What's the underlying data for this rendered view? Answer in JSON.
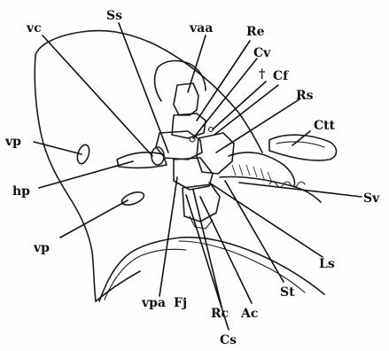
{
  "figure": {
    "labels": {
      "vc": "vc",
      "Ss": "Ss",
      "vaa": "vaa",
      "Re": "Re",
      "Cv": "Cv",
      "dagger": "†",
      "Cf": "Cf",
      "Rs": "Rs",
      "Ctt": "Ctt",
      "vp_upper": "vp",
      "hp": "hp",
      "Sv": "Sv",
      "vp_lower": "vp",
      "Ls": "Ls",
      "St": "St",
      "vpa": "vpa",
      "Fj": "Fj",
      "Rc": "Rc",
      "Ac": "Ac",
      "Cs": "Cs"
    }
  }
}
